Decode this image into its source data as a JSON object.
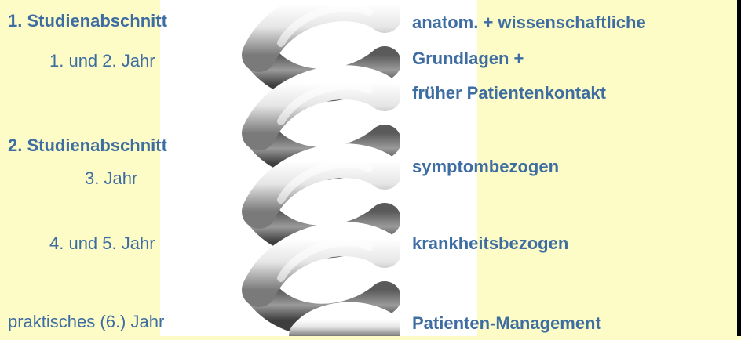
{
  "left": {
    "section1_title": "1. Studienabschnitt",
    "section1_years": "1. und 2. Jahr",
    "section2_title": "2. Studienabschnitt",
    "section2_year3": "3. Jahr",
    "section2_years45": "4. und 5. Jahr",
    "practical_year": "praktisches (6.) Jahr"
  },
  "right": {
    "line1": "anatom. + wissenschaftliche",
    "line2": "Grundlagen +",
    "line3": "früher Patientenkontakt",
    "symptom": "symptombezogen",
    "disease": "krankheitsbezogen",
    "patient_management": "Patienten-Management"
  },
  "colors": {
    "background": "#fdfcc7",
    "panel": "#ffffff",
    "text": "#3e6da1"
  },
  "icons": [
    "helix-spiral-icon"
  ]
}
